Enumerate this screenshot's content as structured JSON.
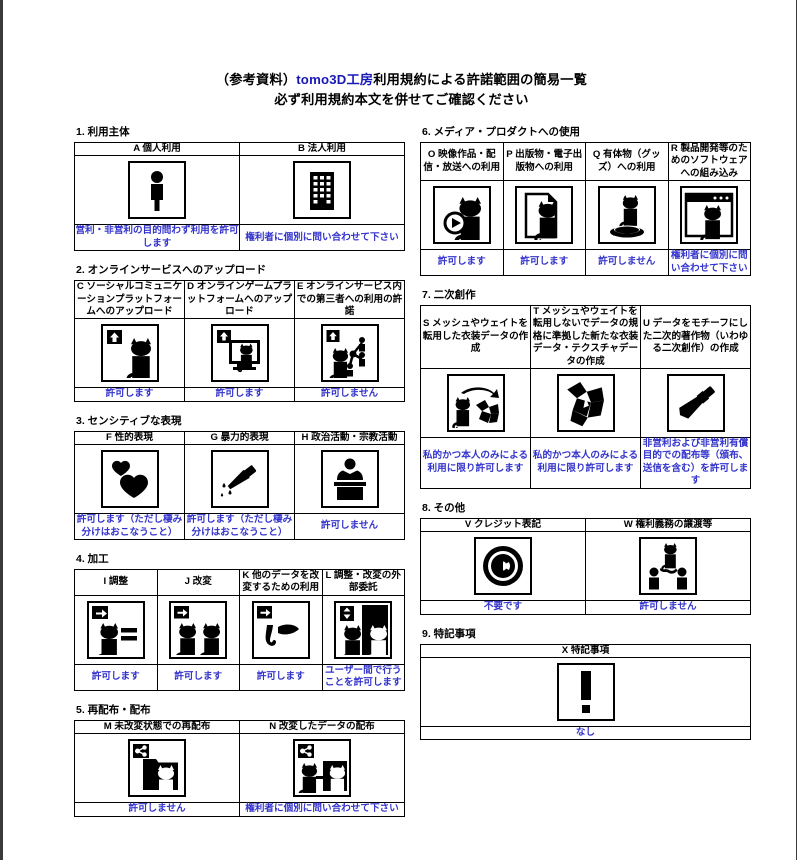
{
  "document": {
    "title_line1_prefix": "（参考資料）",
    "title_line1_brand": "tomo3D工房",
    "title_line1_suffix": "利用規約による許諾範囲の簡易一覧",
    "title_line2": "必ず利用規約本文を併せてご確認ください",
    "accent_blue": "#1818b8",
    "result_text_color": "#3333cc",
    "line_color": "#000000",
    "background": "#ffffff"
  },
  "sections": [
    {
      "number": "1.",
      "heading": "1. 利用主体",
      "columns": [
        {
          "code": "A",
          "label": "A 個人利用",
          "icon": "person-icon",
          "result": "営利・非営利の目的問わず利用を許可します"
        },
        {
          "code": "B",
          "label": "B 法人利用",
          "icon": "building-icon",
          "result": "権利者に個別に問い合わせて下さい"
        }
      ]
    },
    {
      "number": "2.",
      "heading": "2. オンラインサービスへのアップロード",
      "columns": [
        {
          "code": "C",
          "label": "C ソーシャルコミュニケーションプラットフォームへのアップロード",
          "icon": "upload-cat-icon",
          "result": "許可します"
        },
        {
          "code": "D",
          "label": "D オンラインゲームプラットフォームへのアップロード",
          "icon": "upload-cat-monitor-icon",
          "result": "許可します"
        },
        {
          "code": "E",
          "label": "E オンラインサービス内での第三者への利用の許諾",
          "icon": "upload-cat-share-icon",
          "result": "許可しません"
        }
      ]
    },
    {
      "number": "3.",
      "heading": "3. センシティブな表現",
      "columns": [
        {
          "code": "F",
          "label": "F 性的表現",
          "icon": "hearts-icon",
          "result": "許可します（ただし棲み分けはおこなうこと）"
        },
        {
          "code": "G",
          "label": "G 暴力的表現",
          "icon": "knife-icon",
          "result": "許可します（ただし棲み分けはおこなうこと）"
        },
        {
          "code": "H",
          "label": "H 政治活動・宗教活動",
          "icon": "podium-speaker-icon",
          "result": "許可しません"
        }
      ]
    },
    {
      "number": "4.",
      "heading": "4. 加工",
      "columns": [
        {
          "code": "I",
          "label": "I 調整",
          "icon": "cat-equals-icon",
          "result": "許可します"
        },
        {
          "code": "J",
          "label": "J 改変",
          "icon": "two-cats-icon",
          "result": "許可します"
        },
        {
          "code": "K",
          "label": "K 他のデータを改変するための利用",
          "icon": "cat-tail-part-icon",
          "result": "許可します"
        },
        {
          "code": "L",
          "label": "L 調整・改変の外部委託",
          "icon": "cat-outsource-icon",
          "result": "ユーザー間で行うことを許可します"
        }
      ]
    },
    {
      "number": "5.",
      "heading": "5. 再配布・配布",
      "columns": [
        {
          "code": "M",
          "label": "M 未改変状態での再配布",
          "icon": "share-folder-cat-icon",
          "result": "許可しません"
        },
        {
          "code": "N",
          "label": "N 改変したデータの配布",
          "icon": "share-modified-cat-icon",
          "result": "権利者に個別に問い合わせて下さい"
        }
      ]
    },
    {
      "number": "6.",
      "heading": "6. メディア・プロダクトへの使用",
      "columns": [
        {
          "code": "O",
          "label": "O 映像作品・配信・放送への利用",
          "icon": "cat-play-video-icon",
          "result": "許可します"
        },
        {
          "code": "P",
          "label": "P 出版物・電子出版物への利用",
          "icon": "cat-document-icon",
          "result": "許可します"
        },
        {
          "code": "Q",
          "label": "Q 有体物（グッズ）への利用",
          "icon": "cat-figurine-icon",
          "result": "許可しません"
        },
        {
          "code": "R",
          "label": "R 製品開発等のためのソフトウェアへの組み込み",
          "icon": "cat-software-window-icon",
          "result": "権利者に個別に問い合わせて下さい"
        }
      ]
    },
    {
      "number": "7.",
      "heading": "7. 二次創作",
      "columns": [
        {
          "code": "S",
          "label": "S メッシュやウェイトを転用した衣装データの作成",
          "icon": "cat-mesh-reuse-icon",
          "result": "私的かつ本人のみによる利用に限り許可します"
        },
        {
          "code": "T",
          "label": "T メッシュやウェイトを転用しないでデータの規格に準拠した新たな衣装データ・テクスチャデータの作成",
          "icon": "mesh-new-icon",
          "result": "私的かつ本人のみによる利用に限り許可します"
        },
        {
          "code": "U",
          "label": "U データをモチーフにした二次的著作物（いわゆる二次創作）の作成",
          "icon": "paintbrush-icon",
          "result": "非営利および非営利有償目的での配布等（頒布、送信を含む）を許可します"
        }
      ]
    },
    {
      "number": "8.",
      "heading": "8. その他",
      "columns": [
        {
          "code": "V",
          "label": "V クレジット表記",
          "icon": "copyright-icon",
          "result": "不要です"
        },
        {
          "code": "W",
          "label": "W 権利義務の譲渡等",
          "icon": "transfer-rights-icon",
          "result": "許可しません"
        }
      ]
    },
    {
      "number": "9.",
      "heading": "9. 特記事項",
      "columns": [
        {
          "code": "X",
          "label": "X 特記事項",
          "icon": "exclamation-icon",
          "result": "なし"
        }
      ]
    }
  ],
  "layout": {
    "left_sections": [
      0,
      1,
      2,
      3,
      4
    ],
    "right_sections": [
      5,
      6,
      7,
      8
    ]
  }
}
